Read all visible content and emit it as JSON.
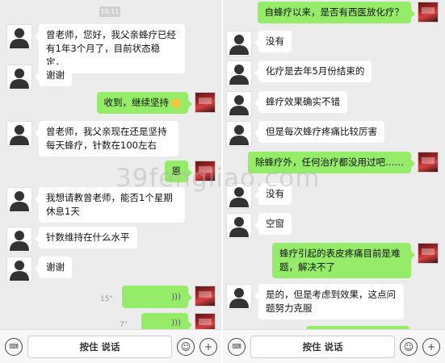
{
  "left": {
    "timestamp": "10:11",
    "messages": [
      {
        "text": "曾老师，您好，我父亲蜂疗已经有1年3个月了，目前状态稳定，"
      },
      {
        "text": "谢谢"
      },
      {
        "text": "收到，继续坚持"
      },
      {
        "text": "曾老师，我父亲现在还是坚持每天蜂疗，针数在100左右"
      },
      {
        "text": "恩"
      },
      {
        "text": "我想请教曾老师，能否1个星期休息1天"
      },
      {
        "text": "针数维持在什么水平"
      },
      {
        "text": "谢谢"
      }
    ],
    "voice": [
      {
        "duration": "15\""
      },
      {
        "duration": "7\""
      }
    ],
    "input": {
      "hold_label": "按住 说话"
    }
  },
  "right": {
    "messages": [
      {
        "text": "自蜂疗以来，是否有西医放化疗？"
      },
      {
        "text": "没有"
      },
      {
        "text": "化疗是去年5月份结束的"
      },
      {
        "text": "蜂疗效果确实不错"
      },
      {
        "text": "但是每次蜂疗疼痛比较厉害"
      },
      {
        "text": "除蜂疗外，任何治疗都没用过吧……"
      },
      {
        "text": "没有"
      },
      {
        "text": "空窗"
      },
      {
        "text": "蜂疗引起的表皮疼痛目前是难题，解决不了"
      },
      {
        "text": "是的，但是考虑到效果，这点问题努力克服"
      }
    ],
    "input": {
      "hold_label": "按住 说话"
    }
  },
  "watermark": "39fengliao.com",
  "icons": {
    "keyboard": "keyboard-icon",
    "emoji": "emoji-icon",
    "plus": "plus-icon",
    "voice": "voice-wave-icon",
    "smile": "smile-emoji-icon"
  },
  "colors": {
    "outgoing": "#95ec69",
    "incoming": "#ffffff",
    "background": "#ececec"
  }
}
